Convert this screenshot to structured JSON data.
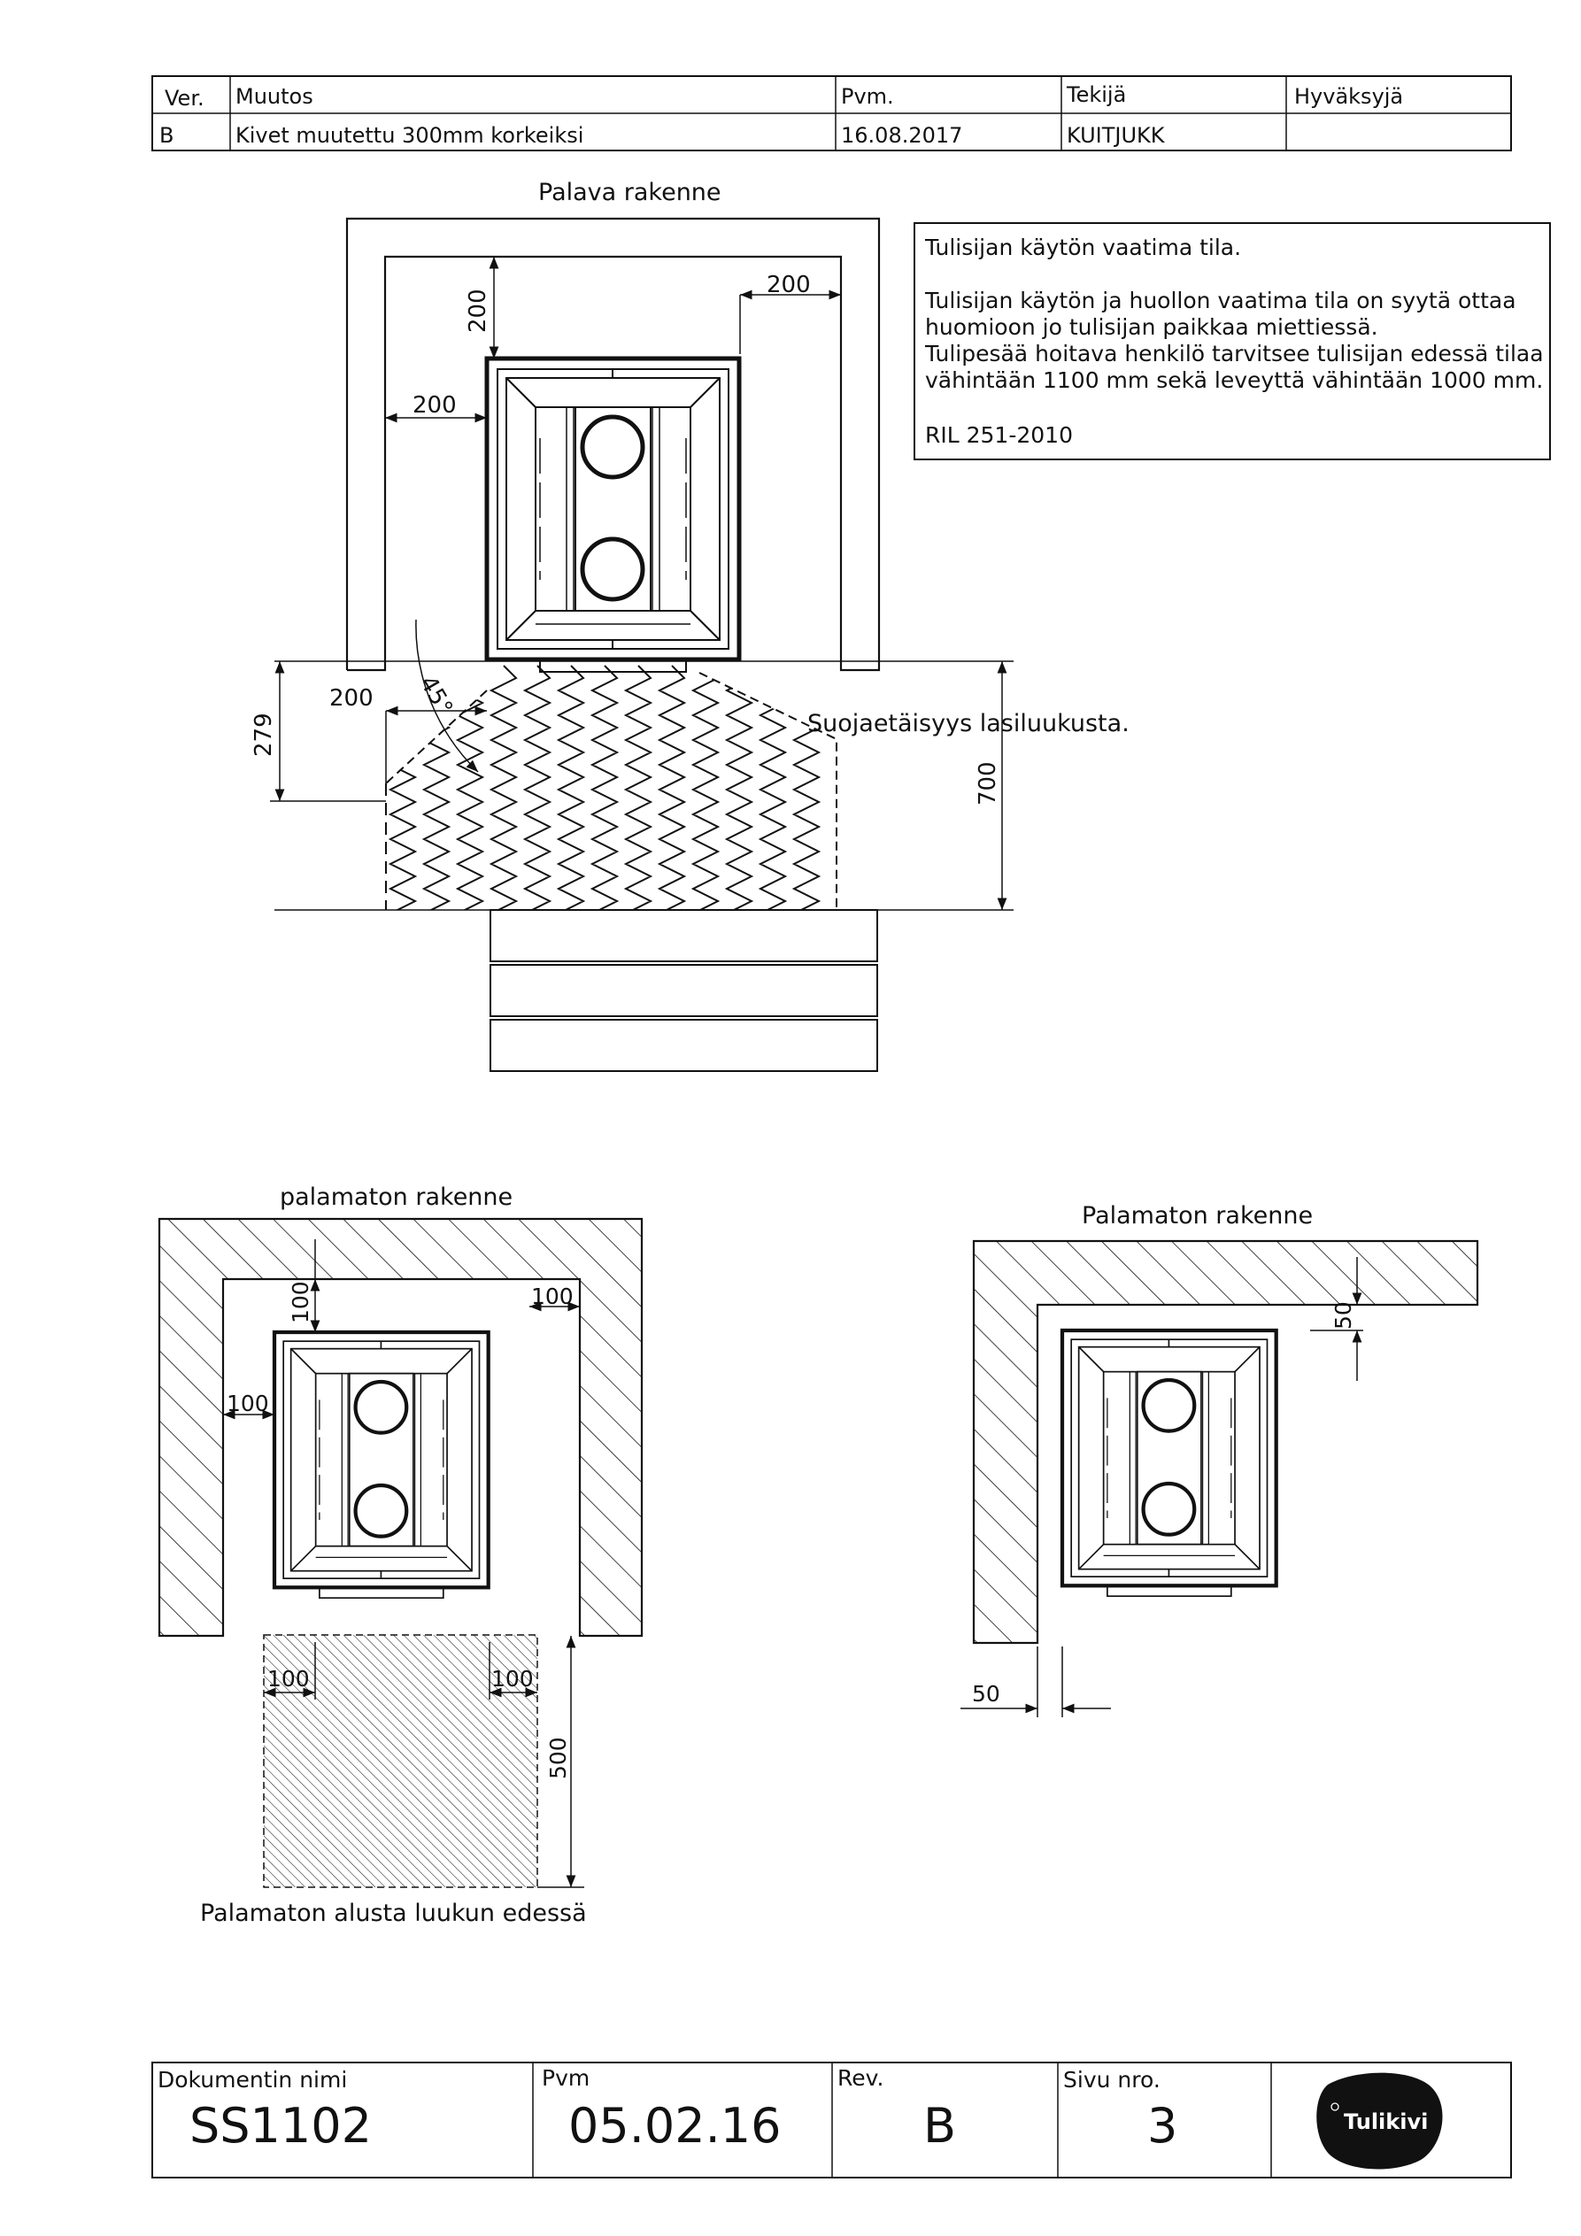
{
  "revision_table": {
    "headers": [
      "Ver.",
      "Muutos",
      "Pvm.",
      "Tekijä",
      "Hyväksyjä"
    ],
    "rows": [
      [
        "B",
        "Kivet muutettu 300mm korkeiksi",
        "16.08.2017",
        "KUITJUKK",
        ""
      ]
    ]
  },
  "drawing1": {
    "label": "Palava rakenne",
    "dim_top": "200",
    "dim_right": "200",
    "dim_left": "200",
    "dim_front_left": "200",
    "dim_279": "279",
    "dim_700": "700",
    "angle": "45°",
    "protect_label": "Suojaetäisyys lasiluukusta."
  },
  "note": {
    "title": "Tulisijan käytön vaatima tila.",
    "lines": [
      "Tulisijan käytön ja huollon vaatima tila on syytä ottaa",
      "huomioon jo tulisijan paikkaa miettiessä.",
      "Tulipesää hoitava henkilö tarvitsee tulisijan edessä tilaa",
      "vähintään  1100 mm sekä leveyttä vähintään 1000 mm."
    ],
    "ref": "RIL 251-2010"
  },
  "drawing2": {
    "label": "palamaton rakenne",
    "dim_top": "100",
    "dim_right": "100",
    "dim_left": "100",
    "dim_front_left": "100",
    "dim_front_right": "100",
    "dim_500": "500",
    "base_label": "Palamaton alusta luukun edessä"
  },
  "drawing3": {
    "label": "Palamaton rakenne",
    "dim_50_right": "50",
    "dim_50_left": "50"
  },
  "title_block": {
    "doc_label": "Dokumentin nimi",
    "doc_value": "SS1102",
    "date_label": "Pvm",
    "date_value": "05.02.16",
    "rev_label": "Rev.",
    "rev_value": "B",
    "page_label": "Sivu nro.",
    "page_value": "3",
    "logo_text": "Tulikivi"
  }
}
